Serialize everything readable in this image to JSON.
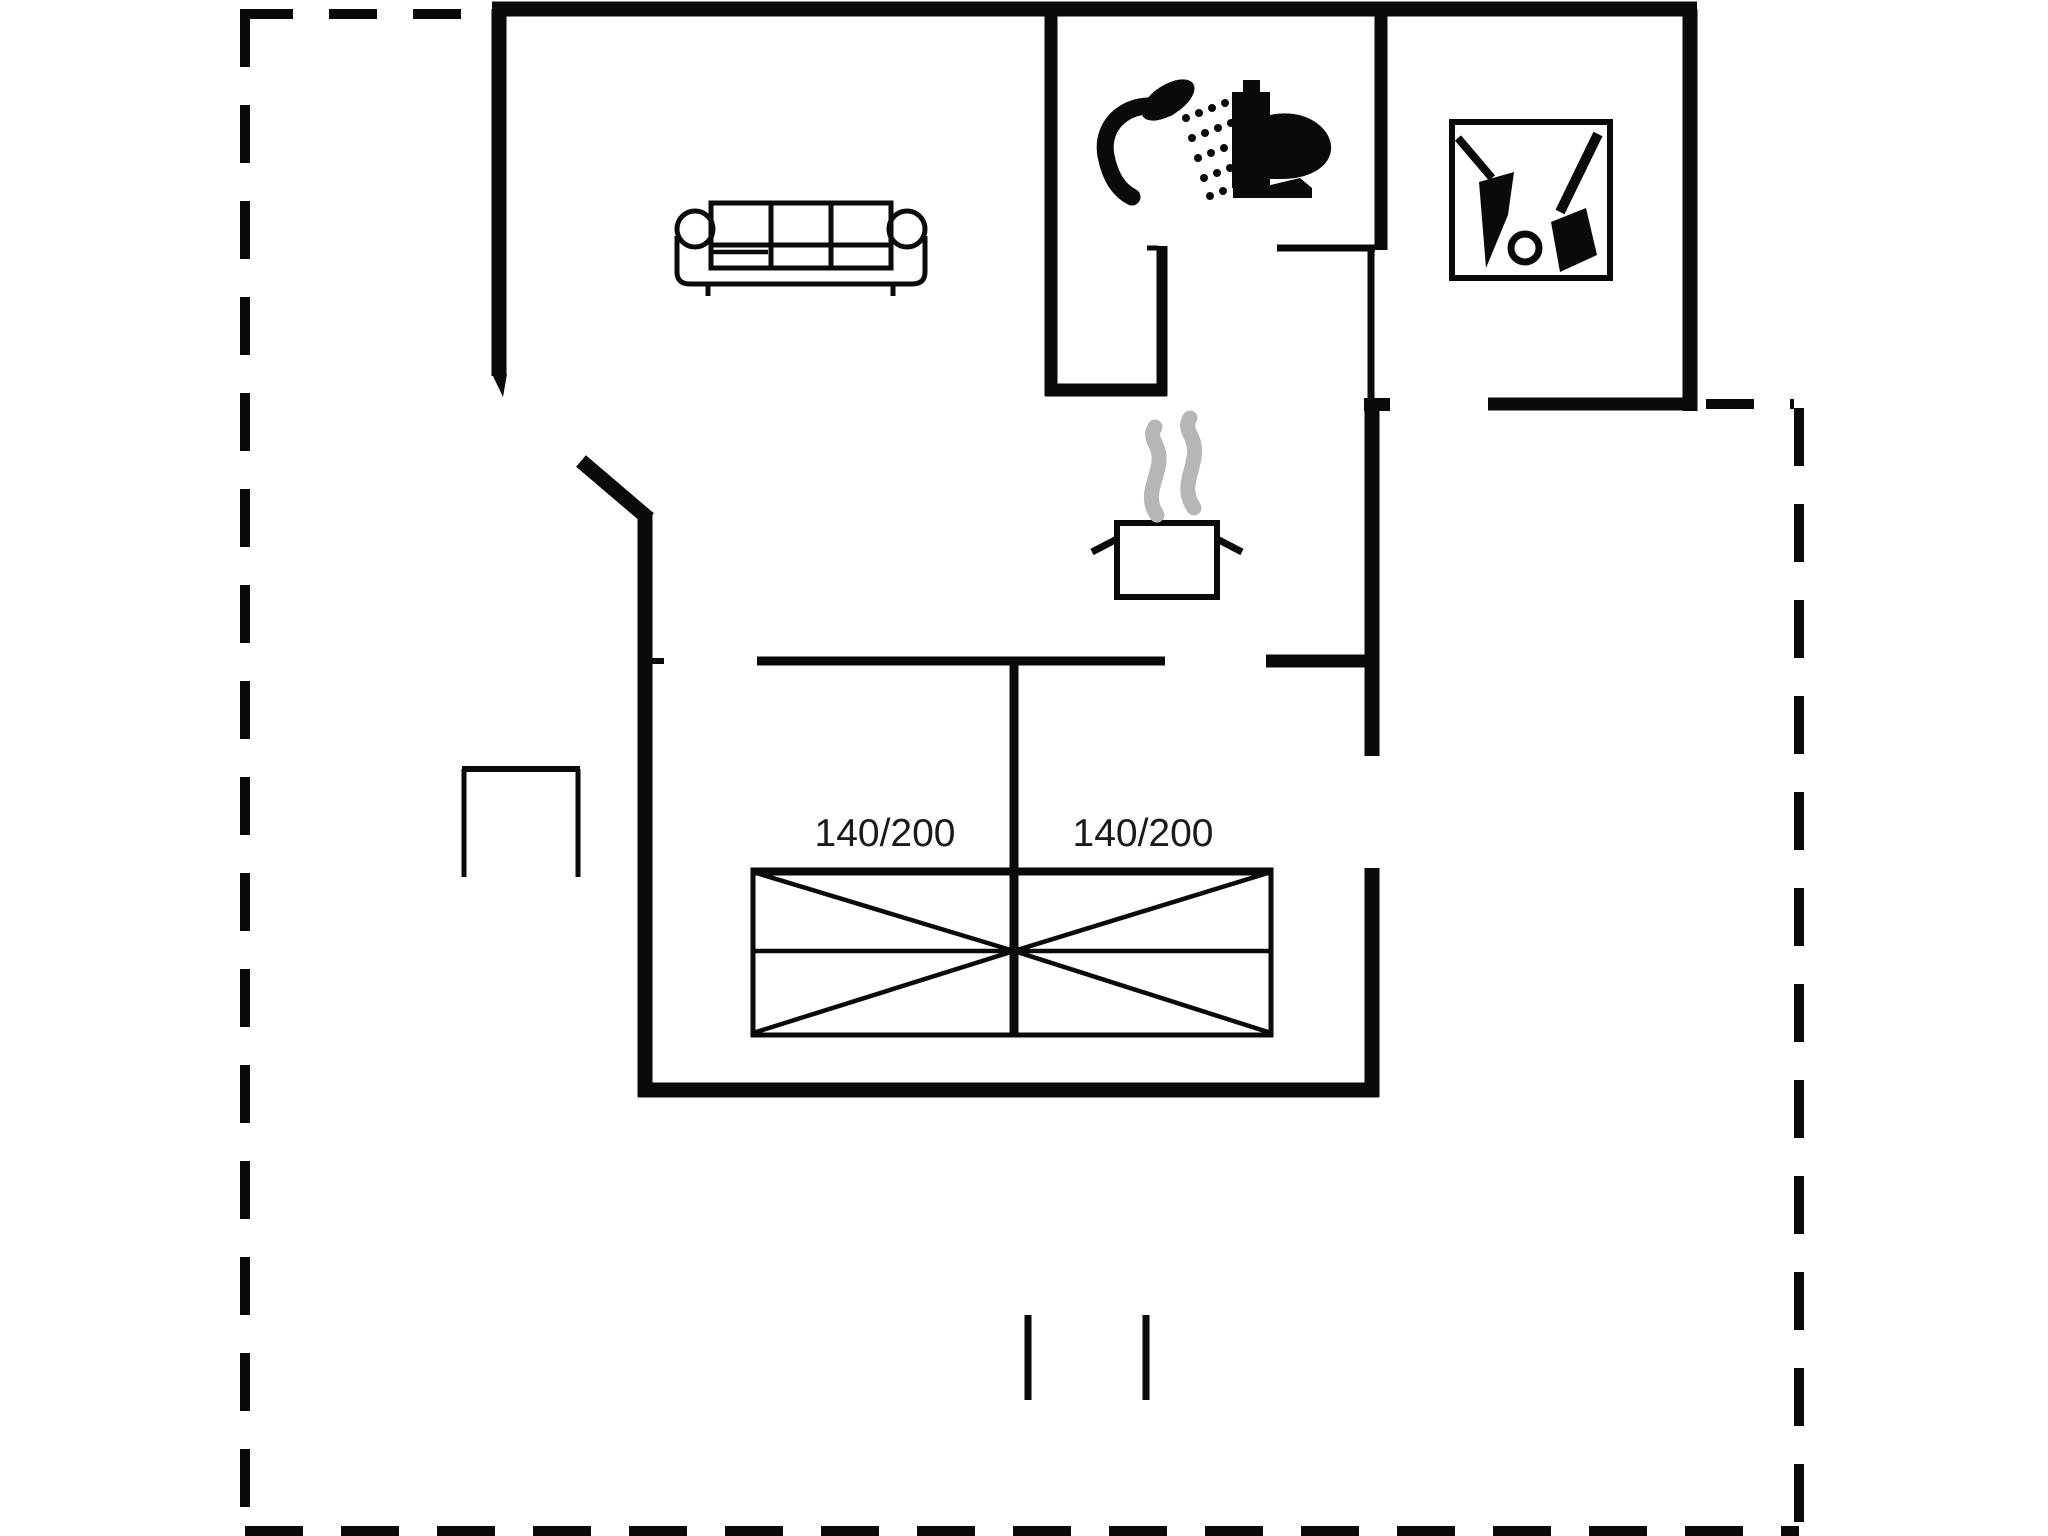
{
  "plan": {
    "beds": {
      "left_label": "140/200",
      "right_label": "140/200"
    },
    "colors": {
      "wall": "#0a0a0a",
      "steam": "#b6b6b6",
      "text": "#1a1a1a",
      "background": "#ffffff"
    },
    "icons": [
      "sofa-icon",
      "shower-icon",
      "toilet-icon",
      "wood-stove-icon",
      "cooking-pot-icon",
      "steam-icon",
      "wardrobe-icon",
      "terrace-step-marks"
    ]
  }
}
